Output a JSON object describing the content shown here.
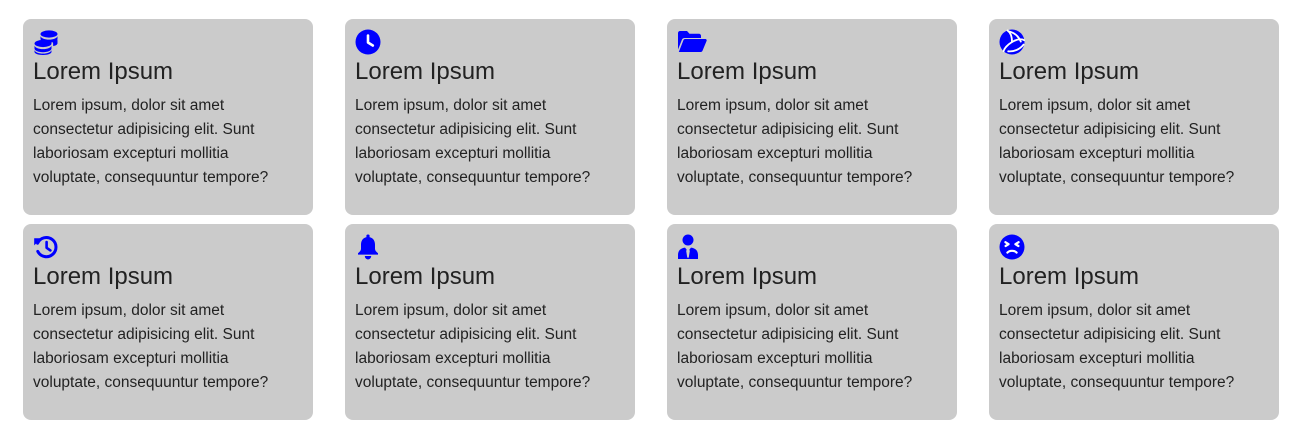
{
  "accent_color": "#0000ff",
  "card_background": "#cbcbcb",
  "cards": [
    {
      "icon": "coins-icon",
      "title": "Lorem Ipsum",
      "text": "Lorem ipsum, dolor sit amet consectetur adipisicing elit. Sunt laboriosam excepturi mollitia voluptate, consequuntur tempore?"
    },
    {
      "icon": "clock-icon",
      "title": "Lorem Ipsum",
      "text": "Lorem ipsum, dolor sit amet consectetur adipisicing elit. Sunt laboriosam excepturi mollitia voluptate, consequuntur tempore?"
    },
    {
      "icon": "folder-open-icon",
      "title": "Lorem Ipsum",
      "text": "Lorem ipsum, dolor sit amet consectetur adipisicing elit. Sunt laboriosam excepturi mollitia voluptate, consequuntur tempore?"
    },
    {
      "icon": "volleyball-icon",
      "title": "Lorem Ipsum",
      "text": "Lorem ipsum, dolor sit amet consectetur adipisicing elit. Sunt laboriosam excepturi mollitia voluptate, consequuntur tempore?"
    },
    {
      "icon": "history-icon",
      "title": "Lorem Ipsum",
      "text": "Lorem ipsum, dolor sit amet consectetur adipisicing elit. Sunt laboriosam excepturi mollitia voluptate, consequuntur tempore?"
    },
    {
      "icon": "bell-icon",
      "title": "Lorem Ipsum",
      "text": "Lorem ipsum, dolor sit amet consectetur adipisicing elit. Sunt laboriosam excepturi mollitia voluptate, consequuntur tempore?"
    },
    {
      "icon": "user-tie-icon",
      "title": "Lorem Ipsum",
      "text": "Lorem ipsum, dolor sit amet consectetur adipisicing elit. Sunt laboriosam excepturi mollitia voluptate, consequuntur tempore?"
    },
    {
      "icon": "angry-face-icon",
      "title": "Lorem Ipsum",
      "text": "Lorem ipsum, dolor sit amet consectetur adipisicing elit. Sunt laboriosam excepturi mollitia voluptate, consequuntur tempore?"
    }
  ]
}
